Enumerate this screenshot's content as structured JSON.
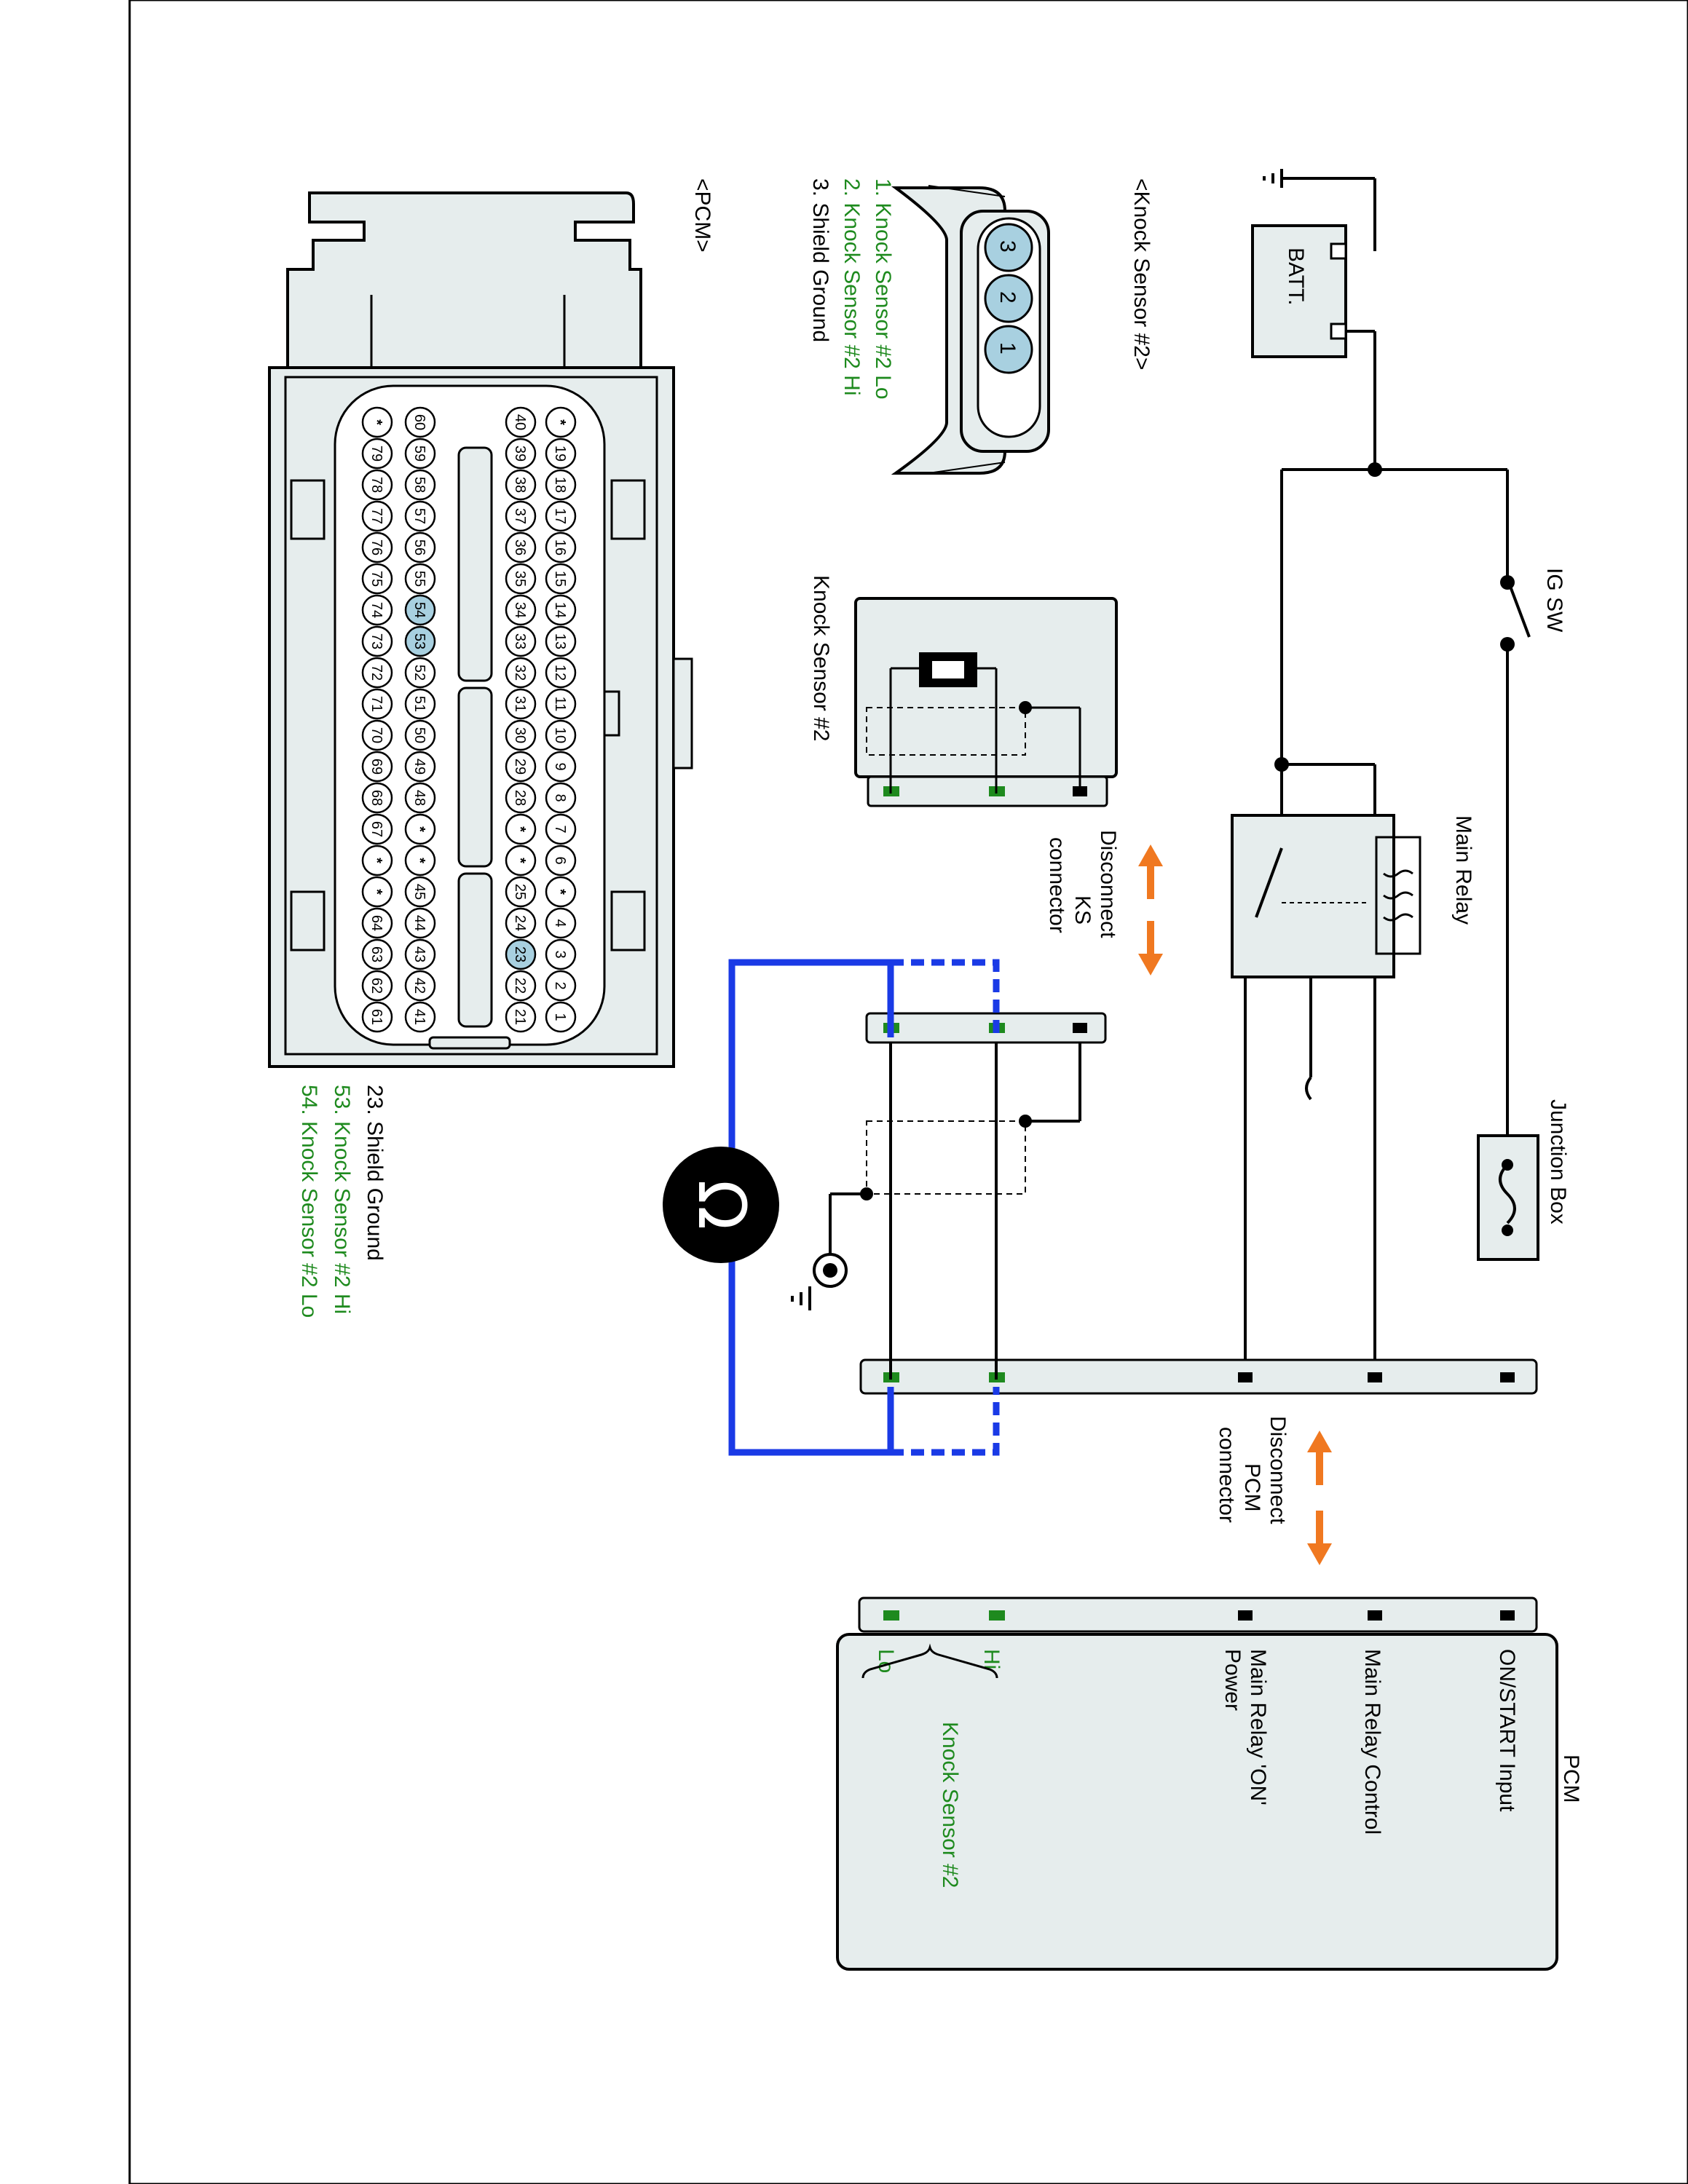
{
  "battery": {
    "label": "BATT.",
    "neg": "-",
    "pos": "+"
  },
  "ig_sw": {
    "label": "IG SW"
  },
  "main_relay": {
    "label": "Main Relay"
  },
  "junction_box": {
    "label": "Junction Box"
  },
  "disconnect_pcm": {
    "line1": "Disconnect",
    "line2": "PCM",
    "line3": "connector"
  },
  "disconnect_ks": {
    "line1": "Disconnect",
    "line2": "KS",
    "line3": "connector"
  },
  "pcm_block": {
    "title": "PCM",
    "pins": [
      "ON/START Input",
      "Main Relay Control",
      "Main Relay 'ON'",
      "Power",
      "Hi",
      "Lo"
    ],
    "ks_label": "Knock Sensor #2"
  },
  "knock_sensor_box": {
    "label": "Knock Sensor #2"
  },
  "ks_connector": {
    "title": "<Knock Sensor #2>",
    "pins": [
      "3",
      "2",
      "1"
    ],
    "legend": [
      "1. Knock Sensor #2 Lo",
      "2. Knock Sensor #2 Hi",
      "3. Shield Ground"
    ]
  },
  "pcm_connector": {
    "title": "<PCM>",
    "row1": [
      "*",
      "19",
      "18",
      "17",
      "16",
      "15",
      "14",
      "13",
      "12",
      "11",
      "10",
      "9",
      "8",
      "7",
      "6",
      "*",
      "4",
      "3",
      "2",
      "1"
    ],
    "row2": [
      "40",
      "39",
      "38",
      "37",
      "36",
      "35",
      "34",
      "33",
      "32",
      "31",
      "30",
      "29",
      "28",
      "*",
      "*",
      "25",
      "24",
      "23",
      "22",
      "21"
    ],
    "row3": [
      "60",
      "59",
      "58",
      "57",
      "56",
      "55",
      "54",
      "53",
      "52",
      "51",
      "50",
      "49",
      "48",
      "*",
      "*",
      "45",
      "44",
      "43",
      "42",
      "41"
    ],
    "row4": [
      "*",
      "79",
      "78",
      "77",
      "76",
      "75",
      "74",
      "73",
      "72",
      "71",
      "70",
      "69",
      "68",
      "67",
      "*",
      "*",
      "64",
      "63",
      "62",
      "61"
    ],
    "legend": [
      "23. Shield Ground",
      "53. Knock Sensor #2 Hi",
      "54. Knock Sensor #2 Lo"
    ]
  },
  "colors": {
    "wire_blue": "#1a3ae6",
    "arrow_orange": "#f07820",
    "signal_green": "#1e8a1e",
    "highlight": "#a8d0e0",
    "box_fill": "#e6eded"
  }
}
